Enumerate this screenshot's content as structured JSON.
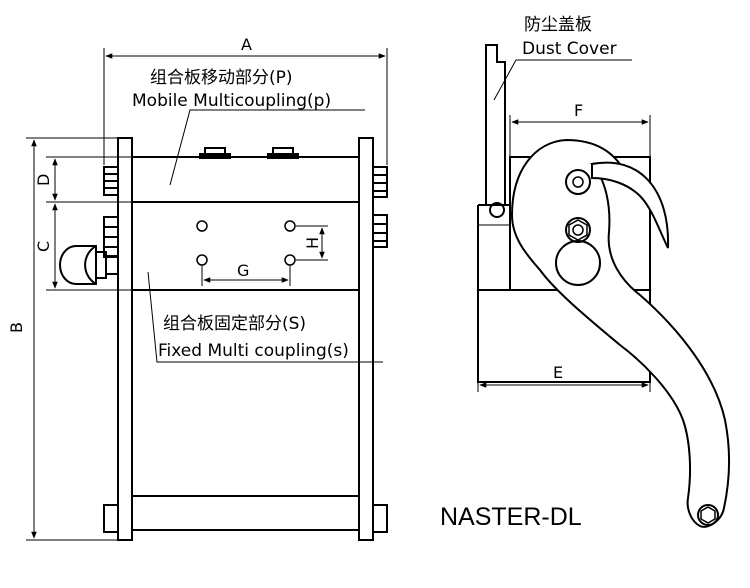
{
  "labels": {
    "mobile_cn": "组合板移动部分(P)",
    "mobile_en": "Mobile Multicoupling(p)",
    "fixed_cn": "组合板固定部分(S)",
    "fixed_en": "Fixed Multi coupling(s)",
    "dust_cn": "防尘盖板",
    "dust_en": "Dust Cover",
    "model": "NASTER-DL"
  },
  "dimensions": {
    "a": "A",
    "b": "B",
    "c": "C",
    "d": "D",
    "e": "E",
    "f": "F",
    "g": "G",
    "h": "H"
  }
}
